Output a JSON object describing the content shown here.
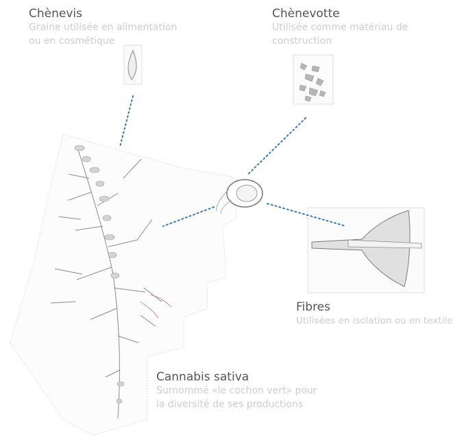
{
  "chenevis": {
    "title": "Chènevis",
    "line1": "Graine utilisée en alimentation",
    "line2": "ou en cosmétique"
  },
  "chenevotte": {
    "title": "Chènevotte",
    "line1": "Utilisée comme matériau de",
    "line2": "construction"
  },
  "fibres": {
    "title": "Fibres",
    "line1": "Utilisées en isolation ou en textile"
  },
  "cannabis": {
    "title": "Cannabis sativa",
    "line1": "Surnommé «le cochon vert» pour",
    "line2": "la diversité de ses productions"
  },
  "colors": {
    "connector": "#3f74a3",
    "title_text": "#555555",
    "description_text": "#cdcdcd",
    "sketch": "#7a7a7a"
  }
}
